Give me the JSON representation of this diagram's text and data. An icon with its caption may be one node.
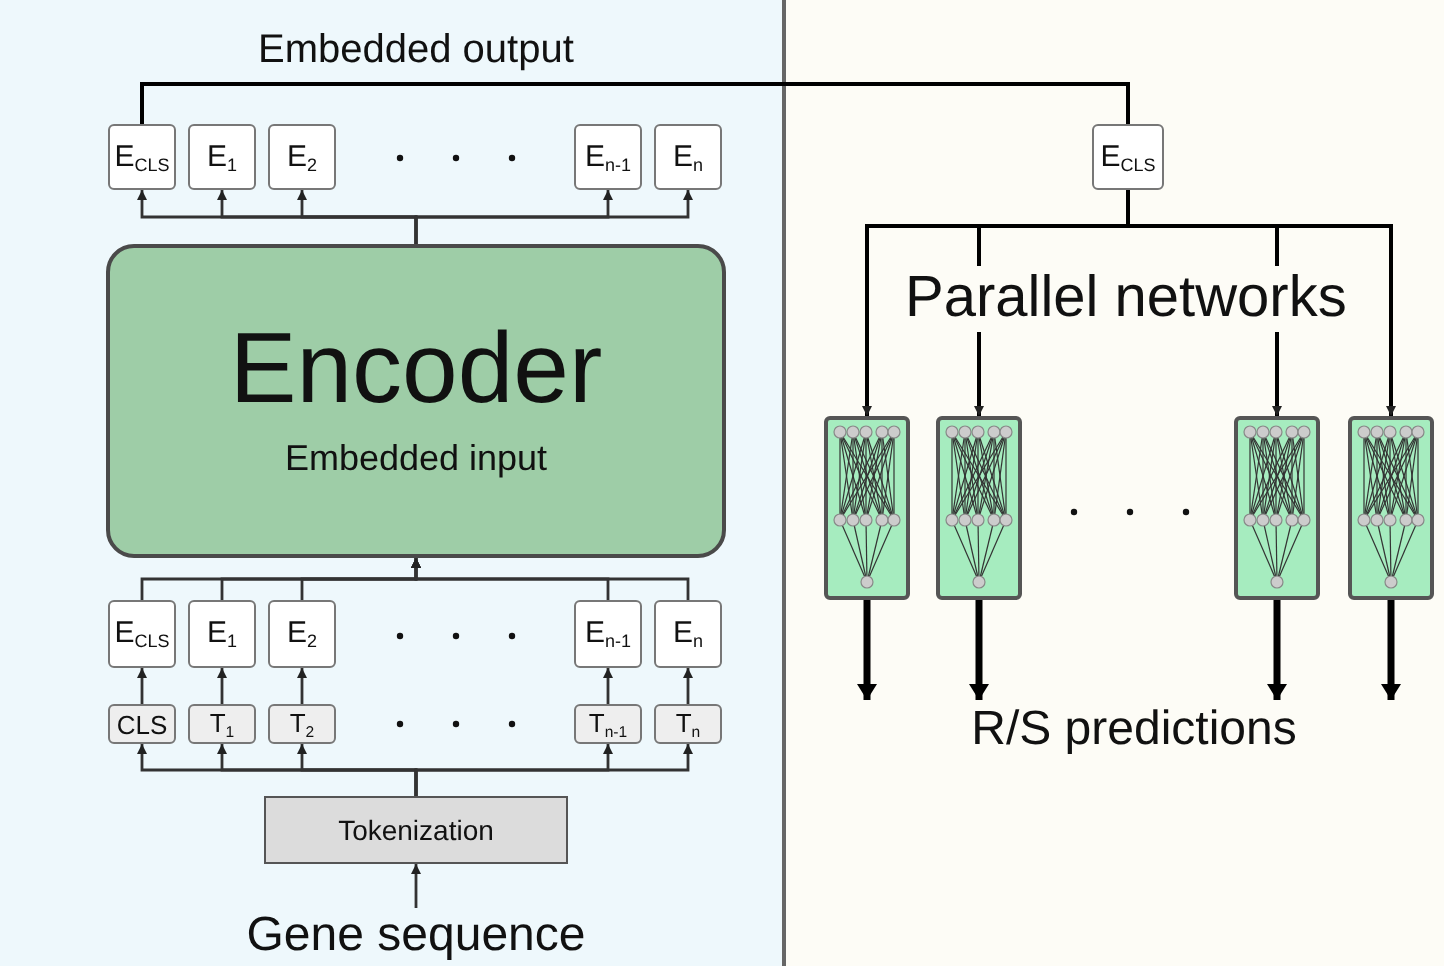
{
  "diagram": {
    "nodes": [
      {
        "text": [
          "E$_{CLS}$"
        ]
      },
      {
        "text": [
          "E$_{1}$"
        ]
      },
      {
        "text": [
          "E$_{2}$"
        ]
      },
      {
        "text": [
          "E$_{n-1}$"
        ]
      },
      {
        "text": [
          "E$_{n}$"
        ]
      },
      {
        "text": [
          "Encoder",
          "Embedded input"
        ]
      },
      {
        "text": [
          "E$_{CLS}$"
        ]
      },
      {
        "text": [
          "E$_{1}$"
        ]
      },
      {
        "text": [
          "E$_{2}$"
        ]
      },
      {
        "text": [
          "E$_{n-1}$"
        ]
      },
      {
        "text": [
          "E$_{n}$"
        ]
      },
      {
        "text": [
          "CLS"
        ]
      },
      {
        "text": [
          "T$_{1}$"
        ]
      },
      {
        "text": [
          "T$_{2}$"
        ]
      },
      {
        "text": [
          "T$_{n-1}$"
        ]
      },
      {
        "text": [
          "T$_{n}$"
        ]
      },
      {
        "text": [
          "Tokenization"
        ]
      },
      {
        "text": [
          "Gene sequence"
        ]
      },
      {
        "text": [
          "E$_{CLS}$"
        ]
      },
      {
        "text": [],
        "shape": "picture"
      },
      {
        "text": [],
        "shape": "picture"
      },
      {
        "text": [],
        "shape": "picture"
      },
      {
        "text": [],
        "shape": "picture"
      },
      {
        "text": [
          "R/S predictions"
        ]
      }
    ],
    "edges": [
      {
        "from": 17,
        "to": 16,
        "arrow": "to"
      },
      {
        "from": 16,
        "to": 11,
        "arrow": "to"
      },
      {
        "from": 16,
        "to": 12,
        "arrow": "to"
      },
      {
        "from": 16,
        "to": 13,
        "arrow": "to"
      },
      {
        "from": 16,
        "to": 14,
        "arrow": "to"
      },
      {
        "from": 16,
        "to": 15,
        "arrow": "to"
      },
      {
        "from": 11,
        "to": 6,
        "arrow": "to"
      },
      {
        "from": 12,
        "to": 7,
        "arrow": "to"
      },
      {
        "from": 13,
        "to": 8,
        "arrow": "to"
      },
      {
        "from": 14,
        "to": 9,
        "arrow": "to"
      },
      {
        "from": 15,
        "to": 10,
        "arrow": "to"
      },
      {
        "from": 6,
        "to": 5,
        "arrow": "to"
      },
      {
        "from": 7,
        "to": 5,
        "arrow": "to"
      },
      {
        "from": 8,
        "to": 5,
        "arrow": "to"
      },
      {
        "from": 9,
        "to": 5,
        "arrow": "to"
      },
      {
        "from": 10,
        "to": 5,
        "arrow": "to"
      },
      {
        "from": 5,
        "to": 0,
        "arrow": "to"
      },
      {
        "from": 5,
        "to": 1,
        "arrow": "to"
      },
      {
        "from": 5,
        "to": 2,
        "arrow": "to"
      },
      {
        "from": 5,
        "to": 3,
        "arrow": "to"
      },
      {
        "from": 5,
        "to": 4,
        "arrow": "to"
      },
      {
        "from": 0,
        "to": 18,
        "arrow": "none"
      },
      {
        "from": 18,
        "to": 19,
        "arrow": "to"
      },
      {
        "from": 18,
        "to": 20,
        "arrow": "to"
      },
      {
        "from": 18,
        "to": 21,
        "arrow": "to"
      },
      {
        "from": 18,
        "to": 22,
        "arrow": "to"
      },
      {
        "from": 19,
        "to": 23,
        "arrow": "to",
        "style": "thick"
      },
      {
        "from": 20,
        "to": 23,
        "arrow": "to",
        "style": "thick"
      },
      {
        "from": 21,
        "to": 23,
        "arrow": "to",
        "style": "thick"
      },
      {
        "from": 22,
        "to": 23,
        "arrow": "to",
        "style": "thick"
      }
    ],
    "labels": [
      "Embedded output",
      "Parallel networks"
    ]
  }
}
